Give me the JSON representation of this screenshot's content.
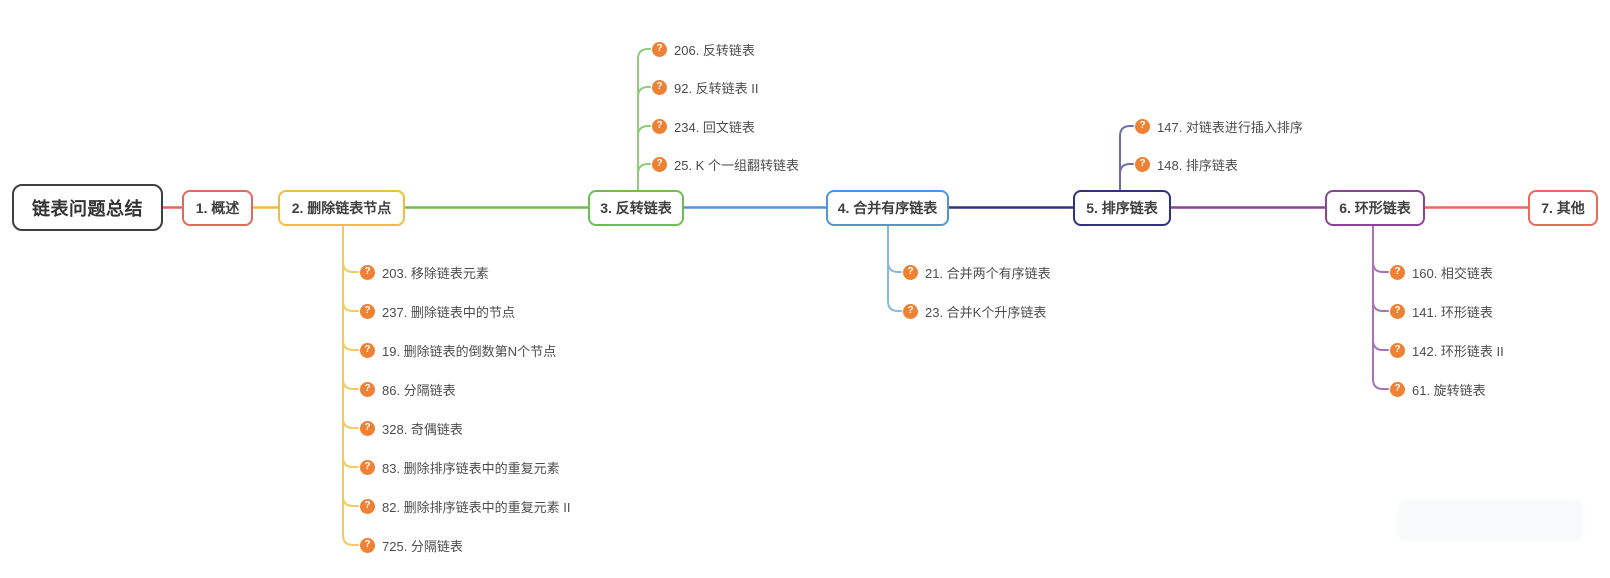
{
  "root": {
    "label": "链表问题总结"
  },
  "root_style": {
    "border": "#3f3f3f",
    "text": "#333333"
  },
  "branches": [
    {
      "label": "1. 概述",
      "color": "#e2695d",
      "child_line_color": "#eb8b82",
      "children": []
    },
    {
      "label": "2. 删除链表节点",
      "color": "#eebe3c",
      "child_line_color": "#f3ca5f",
      "children": [
        "203. 移除链表元素",
        "237. 删除链表中的节点",
        "19. 删除链表的倒数第N个节点",
        "86. 分隔链表",
        "328. 奇偶链表",
        "83. 删除排序链表中的重复元素",
        "82. 删除排序链表中的重复元素 II",
        "725. 分隔链表"
      ]
    },
    {
      "label": "3. 反转链表",
      "color": "#6dbd52",
      "child_line_color": "#90cc79",
      "children": [
        "206. 反转链表",
        "92. 反转链表 II",
        "234. 回文链表",
        "25. K 个一组翻转链表"
      ]
    },
    {
      "label": "4. 合并有序链表",
      "color": "#4f95dc",
      "child_line_color": "#86b6e4",
      "children": [
        "21. 合并两个有序链表",
        "23. 合并K个升序链表"
      ]
    },
    {
      "label": "5. 排序链表",
      "color": "#32327e",
      "child_line_color": "#6f6fa5",
      "children": [
        "147. 对链表进行插入排序",
        "148. 排序链表"
      ]
    },
    {
      "label": "6. 环形链表",
      "color": "#8c4399",
      "child_line_color": "#a873b4",
      "children": [
        "160. 相交链表",
        "141. 环形链表",
        "142. 环形链表 II",
        "61. 旋转链表"
      ]
    },
    {
      "label": "7. 其他",
      "color": "#e8695e",
      "child_line_color": "#e8695e",
      "children": []
    }
  ],
  "child_icon": {
    "name": "question-mark-icon",
    "glyph": "?",
    "background": "#ee8133",
    "color": "#ffffff"
  }
}
